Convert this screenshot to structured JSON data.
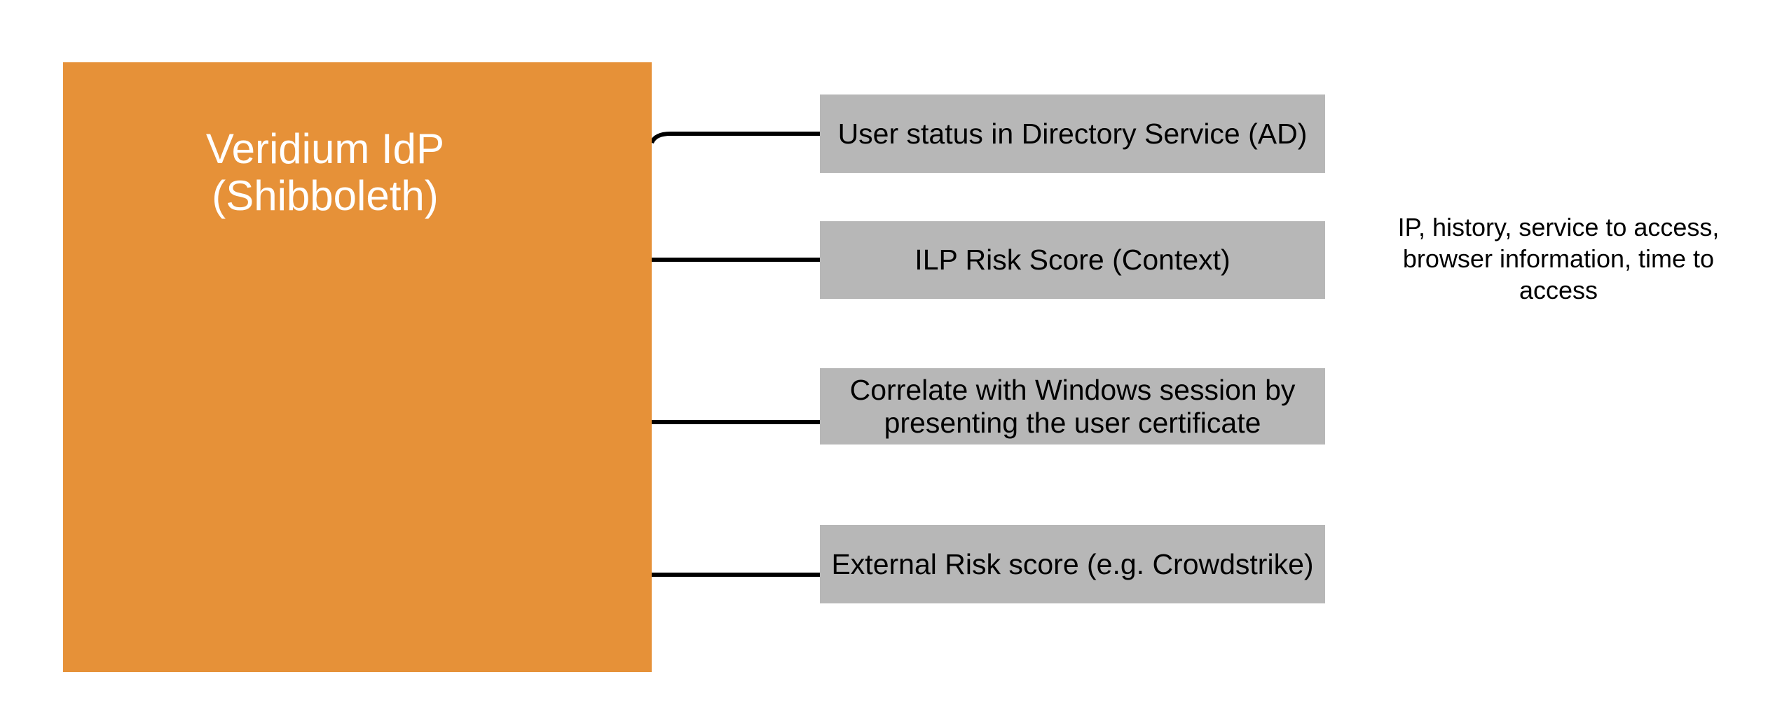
{
  "diagram": {
    "idp": {
      "line1": "Veridium IdP",
      "line2": "(Shibboleth)"
    },
    "factors": [
      {
        "label": "User status in Directory Service (AD)"
      },
      {
        "label": "ILP Risk Score (Context)"
      },
      {
        "label": "Correlate with Windows session by presenting the user certificate"
      },
      {
        "label": "External Risk score (e.g. Crowdstrike)"
      }
    ],
    "annotation": "IP, history, service to access, browser information, time to access"
  },
  "colors": {
    "idp_fill": "#e69138",
    "idp_text": "#ffffff",
    "factor_fill": "#b7b7b7",
    "factor_text": "#000000",
    "connector": "#000000",
    "annotation_text": "#000000",
    "background": "#ffffff"
  }
}
